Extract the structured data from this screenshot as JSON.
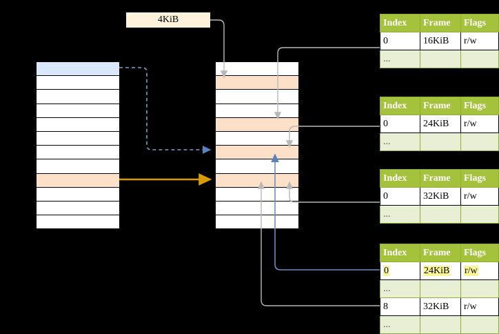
{
  "diagram": {
    "title_label": {
      "text": "4KiB"
    },
    "virtual_column": {
      "name": "virtual-address-space-column",
      "rows": [
        {
          "fill": "blue"
        },
        {
          "fill": "white"
        },
        {
          "fill": "white"
        },
        {
          "fill": "white"
        },
        {
          "fill": "white"
        },
        {
          "fill": "white"
        },
        {
          "fill": "white"
        },
        {
          "fill": "white"
        },
        {
          "fill": "orange"
        },
        {
          "fill": "white"
        },
        {
          "fill": "white"
        },
        {
          "fill": "white"
        }
      ]
    },
    "physical_column": {
      "name": "physical-memory-column",
      "rows": [
        {
          "fill": "white"
        },
        {
          "fill": "orange"
        },
        {
          "fill": "white"
        },
        {
          "fill": "white"
        },
        {
          "fill": "orange"
        },
        {
          "fill": "white"
        },
        {
          "fill": "orange"
        },
        {
          "fill": "white"
        },
        {
          "fill": "orange"
        },
        {
          "fill": "white"
        },
        {
          "fill": "white"
        },
        {
          "fill": "white"
        }
      ]
    },
    "tables": [
      {
        "name": "page-table-1",
        "headers": [
          "Index",
          "Frame",
          "Flags"
        ],
        "rows": [
          {
            "type": "data",
            "cells": [
              "0",
              "16KiB",
              "r/w"
            ],
            "highlight": false
          },
          {
            "type": "ellipsis",
            "cells": [
              "...",
              "",
              ""
            ],
            "highlight": false
          }
        ]
      },
      {
        "name": "page-table-2",
        "headers": [
          "Index",
          "Frame",
          "Flags"
        ],
        "rows": [
          {
            "type": "data",
            "cells": [
              "0",
              "24KiB",
              "r/w"
            ],
            "highlight": false
          },
          {
            "type": "ellipsis",
            "cells": [
              "...",
              "",
              ""
            ],
            "highlight": false
          }
        ]
      },
      {
        "name": "page-table-3",
        "headers": [
          "Index",
          "Frame",
          "Flags"
        ],
        "rows": [
          {
            "type": "data",
            "cells": [
              "0",
              "32KiB",
              "r/w"
            ],
            "highlight": false
          },
          {
            "type": "ellipsis",
            "cells": [
              "...",
              "",
              ""
            ],
            "highlight": false
          }
        ]
      },
      {
        "name": "page-table-4",
        "headers": [
          "Index",
          "Frame",
          "Flags"
        ],
        "rows": [
          {
            "type": "data",
            "cells": [
              "0",
              "24KiB",
              "r/w"
            ],
            "highlight": true
          },
          {
            "type": "ellipsis",
            "cells": [
              "...",
              "",
              ""
            ],
            "highlight": false
          },
          {
            "type": "data",
            "cells": [
              "8",
              "32KiB",
              "r/w"
            ],
            "highlight": false
          },
          {
            "type": "ellipsis",
            "cells": [
              "...",
              "",
              ""
            ],
            "highlight": false
          }
        ]
      }
    ],
    "colors": {
      "header_green": "#a5c23c",
      "ellipsis_green": "#e9efd4",
      "highlight_yellow": "#fbf59a",
      "cell_blue": "#dbe8fb",
      "cell_orange": "#fde0c8",
      "label_cream": "#fdf3dc",
      "arrow_orange": "#d99b00",
      "arrow_blue": "#6b8fc4",
      "arrow_gray": "#b3b3b3"
    },
    "connectors": [
      {
        "name": "blue-dashed-virtual-to-physical",
        "style": "dashed",
        "color": "#7d9fce"
      },
      {
        "name": "orange-solid-virtual-to-physical",
        "style": "solid",
        "color": "#d99b00"
      },
      {
        "name": "label-4kib-to-physical-row",
        "style": "solid",
        "color": "#b3b3b3"
      },
      {
        "name": "table1-to-physical-row",
        "style": "solid",
        "color": "#b3b3b3"
      },
      {
        "name": "table2-to-physical-row",
        "style": "solid",
        "color": "#b3b3b3"
      },
      {
        "name": "table3-to-physical-row",
        "style": "solid",
        "color": "#b3b3b3"
      },
      {
        "name": "table4-row1-to-physical-row",
        "style": "solid",
        "color": "#6b8fc4"
      },
      {
        "name": "table4-row3-to-physical-row",
        "style": "solid",
        "color": "#b3b3b3"
      }
    ]
  }
}
